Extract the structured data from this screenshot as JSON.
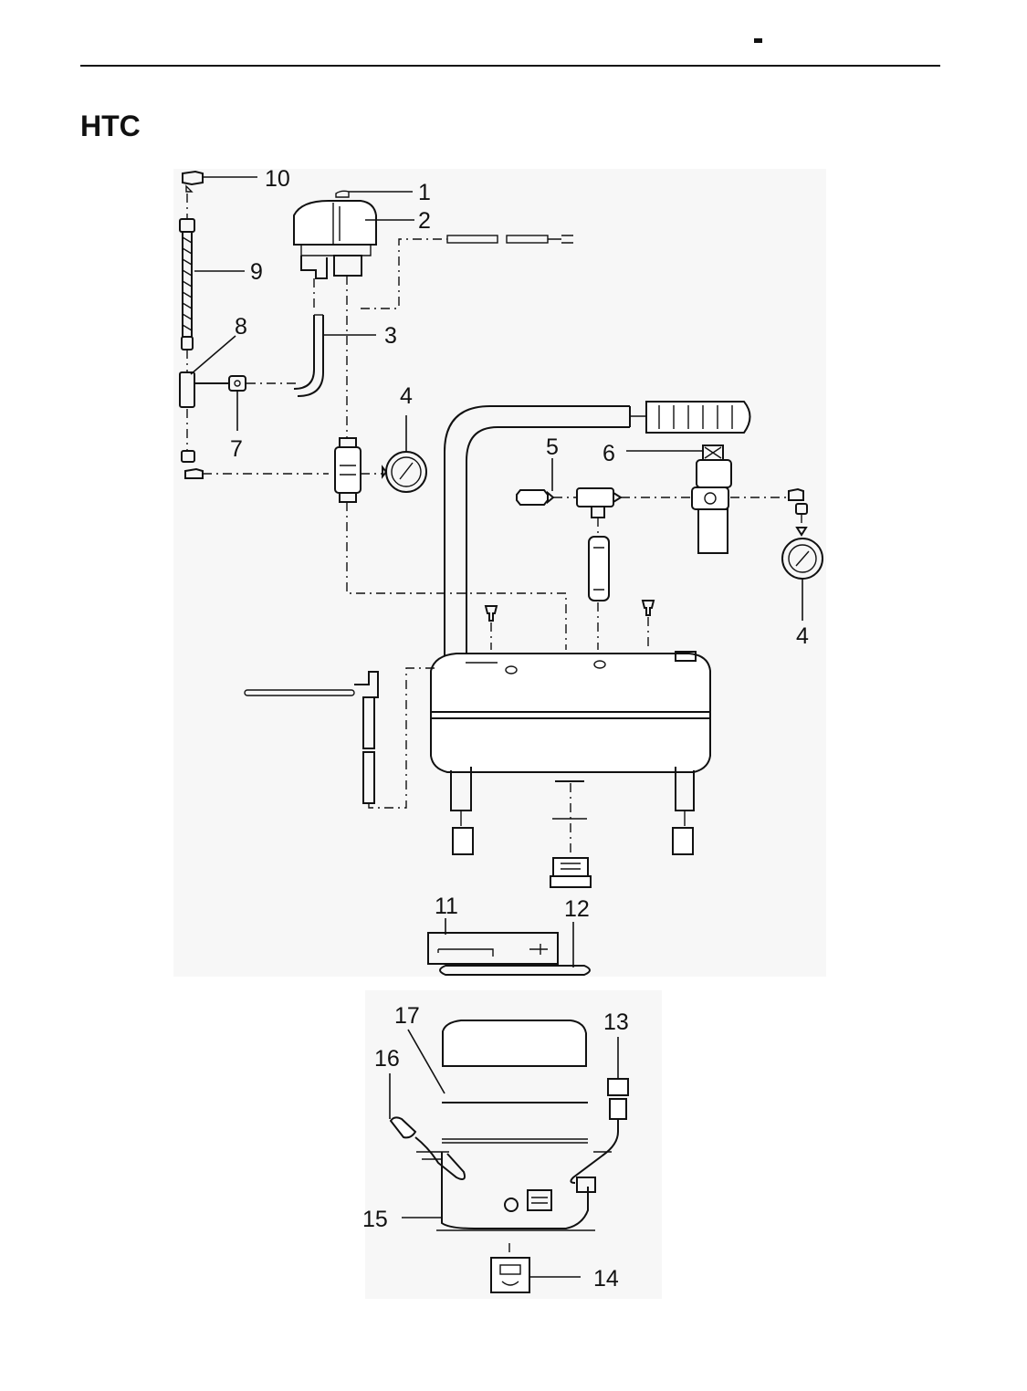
{
  "header": {
    "title": "HTC"
  },
  "callouts": {
    "c1": "1",
    "c2": "2",
    "c3": "3",
    "c4a": "4",
    "c4b": "4",
    "c5": "5",
    "c6": "6",
    "c7": "7",
    "c8": "8",
    "c9": "9",
    "c10": "10",
    "c11": "11",
    "c12": "12",
    "c13": "13",
    "c14": "14",
    "c15": "15",
    "c16": "16",
    "c17": "17"
  }
}
